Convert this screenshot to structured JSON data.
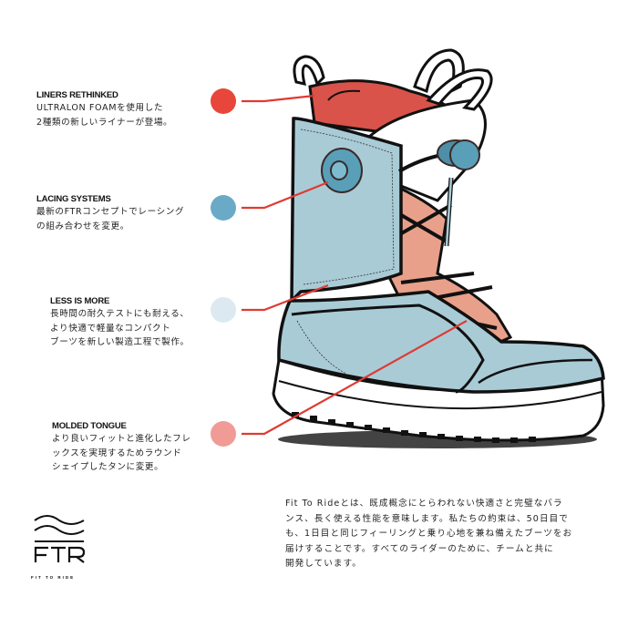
{
  "features": [
    {
      "title": "LINERS RETHINKED",
      "desc": "ULTRALON FOAMを使用した\n2種類の新しいライナーが登場。",
      "dot_color": "#e8463a",
      "dot_name": "liners-dot"
    },
    {
      "title": "LACING SYSTEMS",
      "desc": "最新のFTRコンセプトでレーシング\nの組み合わせを変更。",
      "dot_color": "#6aaac7",
      "dot_name": "lacing-dot"
    },
    {
      "title": "LESS IS MORE",
      "desc": "長時間の耐久テストにも耐える、\nより快適で軽量なコンパクト\nブーツを新しい製造工程で製作。",
      "dot_color": "#dde9f0",
      "dot_name": "less-is-more-dot"
    },
    {
      "title": "MOLDED TONGUE",
      "desc": "より良いフィットと進化したフレ\nックスを実現するためラウンド\nシェイプしたタンに変更。",
      "dot_color": "#f09b95",
      "dot_name": "tongue-dot"
    }
  ],
  "about": {
    "text": "Fit  To  Rideとは、既成概念にとらわれない快適さと完璧なバラ\nンス、長く使える性能を意味します。私たちの約束は、50日目で\nも、1日目と同じフィーリングと乗り心地を兼ね備えたブーツをお\n届けすることです。すべてのライダーのために、チームと共に\n開発しています。"
  },
  "logo": {
    "mark": "FTR",
    "subtitle": "FIT TO RIDE"
  },
  "colors": {
    "leader_line": "#e03a33",
    "boot_shell": "#a9cbd6",
    "liner_red": "#d9534a",
    "liner_salmon": "#e9a08a",
    "boa_dial": "#5a9fb8",
    "outline": "#111111"
  }
}
